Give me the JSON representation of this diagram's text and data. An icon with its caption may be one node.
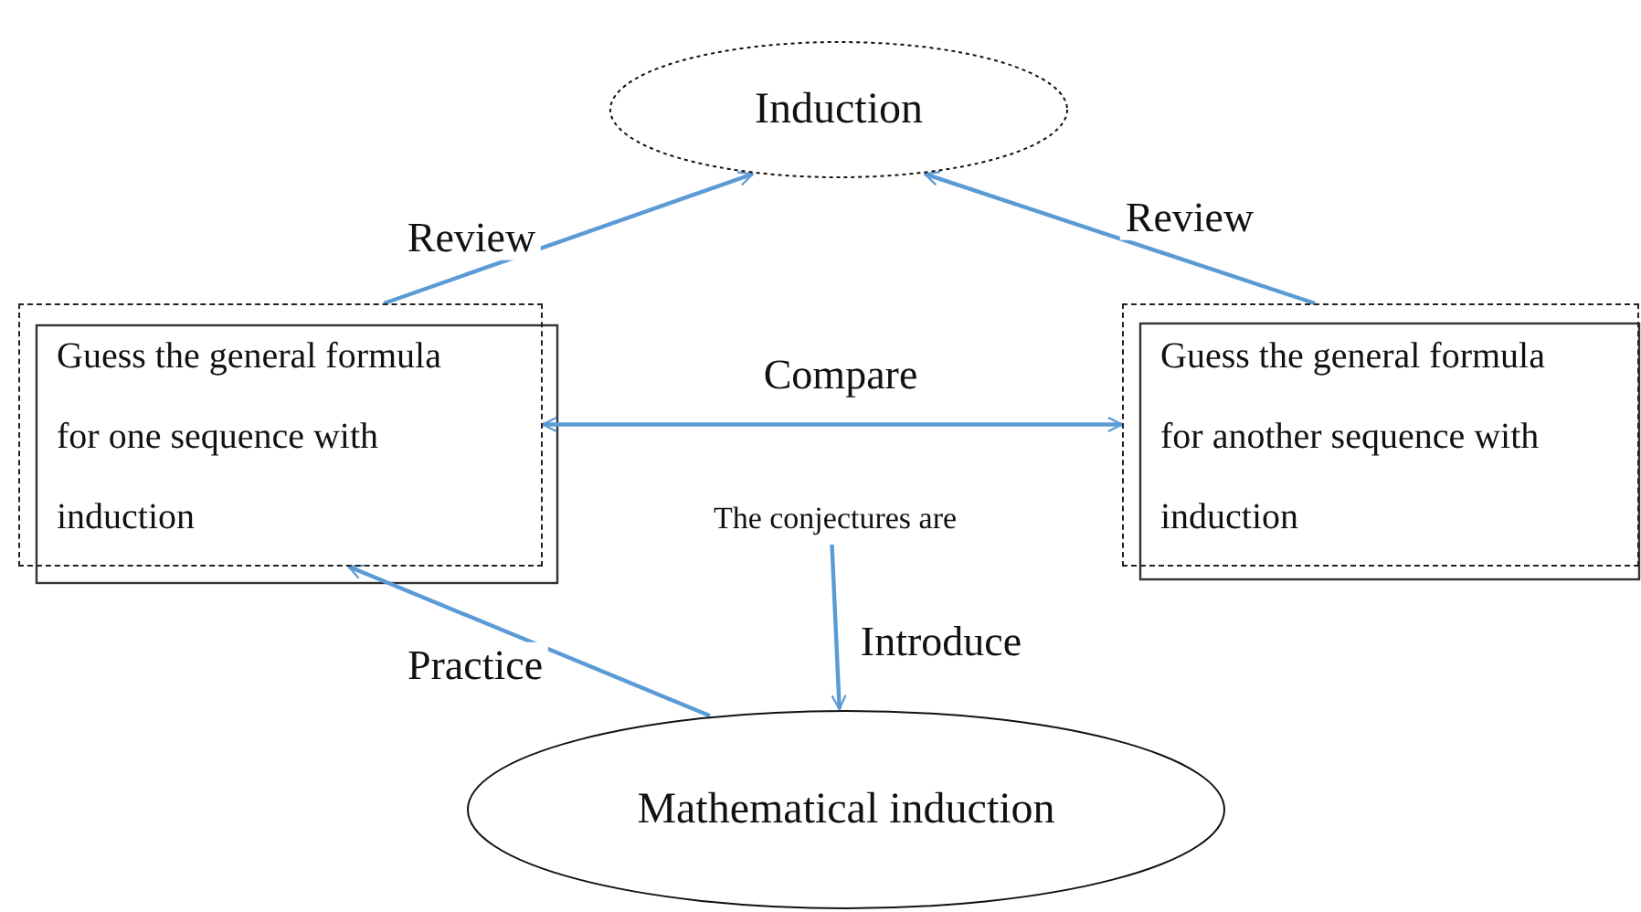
{
  "diagram": {
    "nodes": [
      {
        "text": [
          "Induction"
        ]
      },
      {
        "text": [
          "Guess the general formula for one sequence with induction"
        ]
      },
      {
        "text": [
          "Guess the general formula for another sequence with induction"
        ]
      },
      {
        "text": [
          "The conjectures are"
        ]
      },
      {
        "text": [
          "Mathematical induction"
        ]
      }
    ],
    "edges": [
      {
        "from": 1,
        "to": 0,
        "arrow": "to",
        "label": "Review"
      },
      {
        "from": 2,
        "to": 0,
        "arrow": "to",
        "label": "Review"
      },
      {
        "from": 1,
        "to": 2,
        "arrow": "both",
        "label": "Compare"
      },
      {
        "from": 3,
        "to": 4,
        "arrow": "to",
        "label": "Introduce"
      },
      {
        "from": 4,
        "to": 1,
        "arrow": "to",
        "label": "Practice"
      }
    ]
  }
}
